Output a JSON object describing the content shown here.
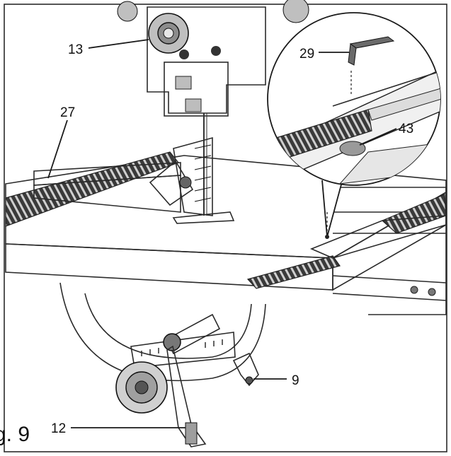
{
  "figure": {
    "caption": "g. 9"
  },
  "callouts": [
    {
      "id": "13",
      "text": "13"
    },
    {
      "id": "27",
      "text": "27"
    },
    {
      "id": "29",
      "text": "29"
    },
    {
      "id": "43",
      "text": "43"
    },
    {
      "id": "9",
      "text": "9"
    },
    {
      "id": "12",
      "text": "12"
    }
  ],
  "colors": {
    "line": "#1a1a1a",
    "metal": "#d9d9d9",
    "dark": "#555555",
    "table": "#f2f2f2"
  }
}
